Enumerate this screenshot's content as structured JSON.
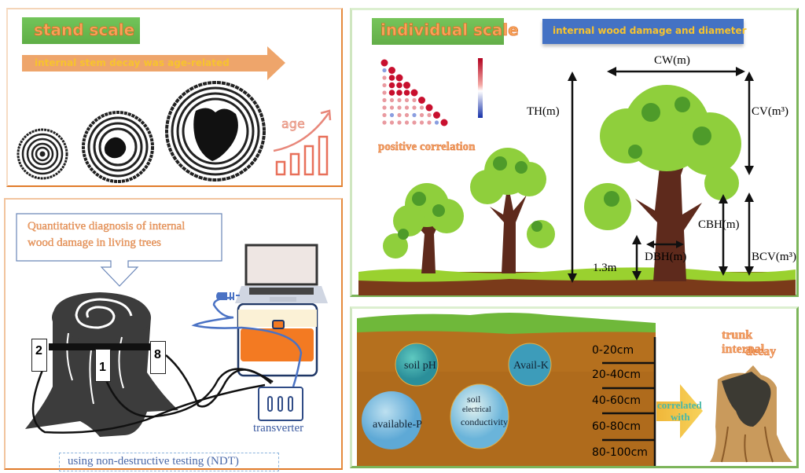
{
  "stand_scale": {
    "title": "stand scale",
    "arrow_text": "internal stem decay was age-related",
    "age_label": "age",
    "colors": {
      "title_bg": "#6cbc4f",
      "arrow": "#eea56b",
      "arrow_text": "#f7c32e",
      "accent": "#e07b2a"
    }
  },
  "ndt": {
    "callout": "Quantitative diagnosis of internal wood damage in living trees",
    "callout_line1": "Quantitative diagnosis of internal",
    "callout_line2": "wood damage in living trees",
    "sensors": [
      "2",
      "1",
      "8"
    ],
    "device_label": "transverter",
    "footer": "using non-destructive testing (NDT)",
    "colors": {
      "stump": "#3c3c3c",
      "cable": "#4a72c4",
      "case": "#f07a22"
    }
  },
  "individual_scale": {
    "title": "individual scale",
    "banner": "internal wood damage and diameter",
    "correlation_label": "positive correlation",
    "measurements": {
      "cw": "CW(m)",
      "th": "TH(m)",
      "cv": "CV(m³)",
      "cbh": "CBH(m)",
      "dbh": "DBH(m)",
      "bcv": "BCV(m³)",
      "height_13": "1.3m"
    },
    "colors": {
      "banner_bg": "#4472c4",
      "banner_text": "#f7c32e"
    }
  },
  "soil": {
    "factors": [
      "soil pH",
      "Avail-K",
      "available-P",
      "soil electrical conductivity"
    ],
    "factor_ec_line1": "soil",
    "factor_ec_line2": "electrical",
    "factor_ec_line3": "conductivity",
    "depths": [
      "0-20cm",
      "20-40cm",
      "40-60cm",
      "60-80cm",
      "80-100cm"
    ],
    "arrow_line1": "correlated",
    "arrow_line2": "with",
    "result_line1": "trunk internal",
    "result_line2": "decay",
    "colors": {
      "soil": "#b5701e",
      "grass": "#6fb83a"
    }
  }
}
